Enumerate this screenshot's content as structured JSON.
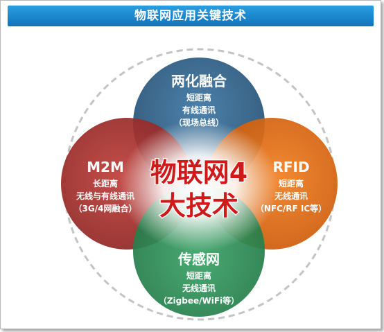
{
  "header": {
    "title": "物联网应用关键技术"
  },
  "colors": {
    "banner": "#1a86cf",
    "top_circle": "#2f5f86",
    "left_circle": "#a8322e",
    "right_circle": "#e06a12",
    "bottom_circle": "#2f8d58",
    "center_text": "#d01a1a"
  },
  "center": {
    "line1": "物联网4",
    "line2": "大技术"
  },
  "circles": {
    "top": {
      "title": "两化融合",
      "lines": [
        "短距离",
        "有线通讯",
        "（现场总线）"
      ]
    },
    "left": {
      "title": "M2M",
      "lines": [
        "长距离",
        "无线与有线通讯",
        "（3G/4网融合）"
      ]
    },
    "right": {
      "title": "RFID",
      "lines": [
        "短距离",
        "无线通讯",
        "（NFC/RF IC等）"
      ]
    },
    "bottom": {
      "title": "传感网",
      "lines": [
        "短距离",
        "无线通讯",
        "（Zigbee/WiFi等）"
      ]
    }
  }
}
